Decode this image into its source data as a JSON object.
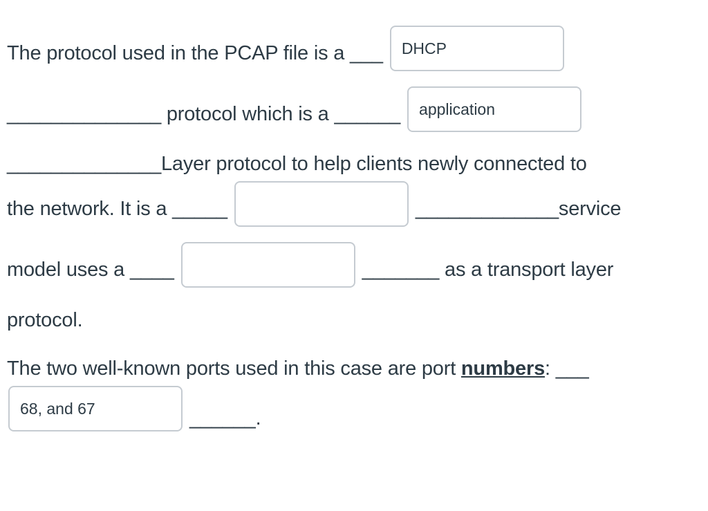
{
  "page": {
    "background_color": "#ffffff",
    "text_color": "#2d3b45",
    "input_border_color": "#c5cbd1"
  },
  "question": {
    "line1_text": "The protocol used in the PCAP file is a ___",
    "line2_text": "______________ protocol which is a ______",
    "line3_text": "______________Layer protocol to help clients newly connected to",
    "line4_pre_text": "the network. It is a _____",
    "line4_post_text": "_____________service",
    "line5_pre_text": "model uses a ____",
    "line5_post_text": "_______ as a transport layer",
    "line6_text": "protocol.",
    "line7_pre_text": "The two well-known ports used in this case are port ",
    "line7_bold_text": "numbers",
    "line7_post_text": ": ___",
    "line8_post_text": "______."
  },
  "blanks": {
    "protocol_name": {
      "value": "DHCP"
    },
    "layer_type": {
      "value": "application"
    },
    "service_model": {
      "value": ""
    },
    "transport_protocol": {
      "value": ""
    },
    "port_numbers": {
      "value": "68, and 67"
    }
  }
}
